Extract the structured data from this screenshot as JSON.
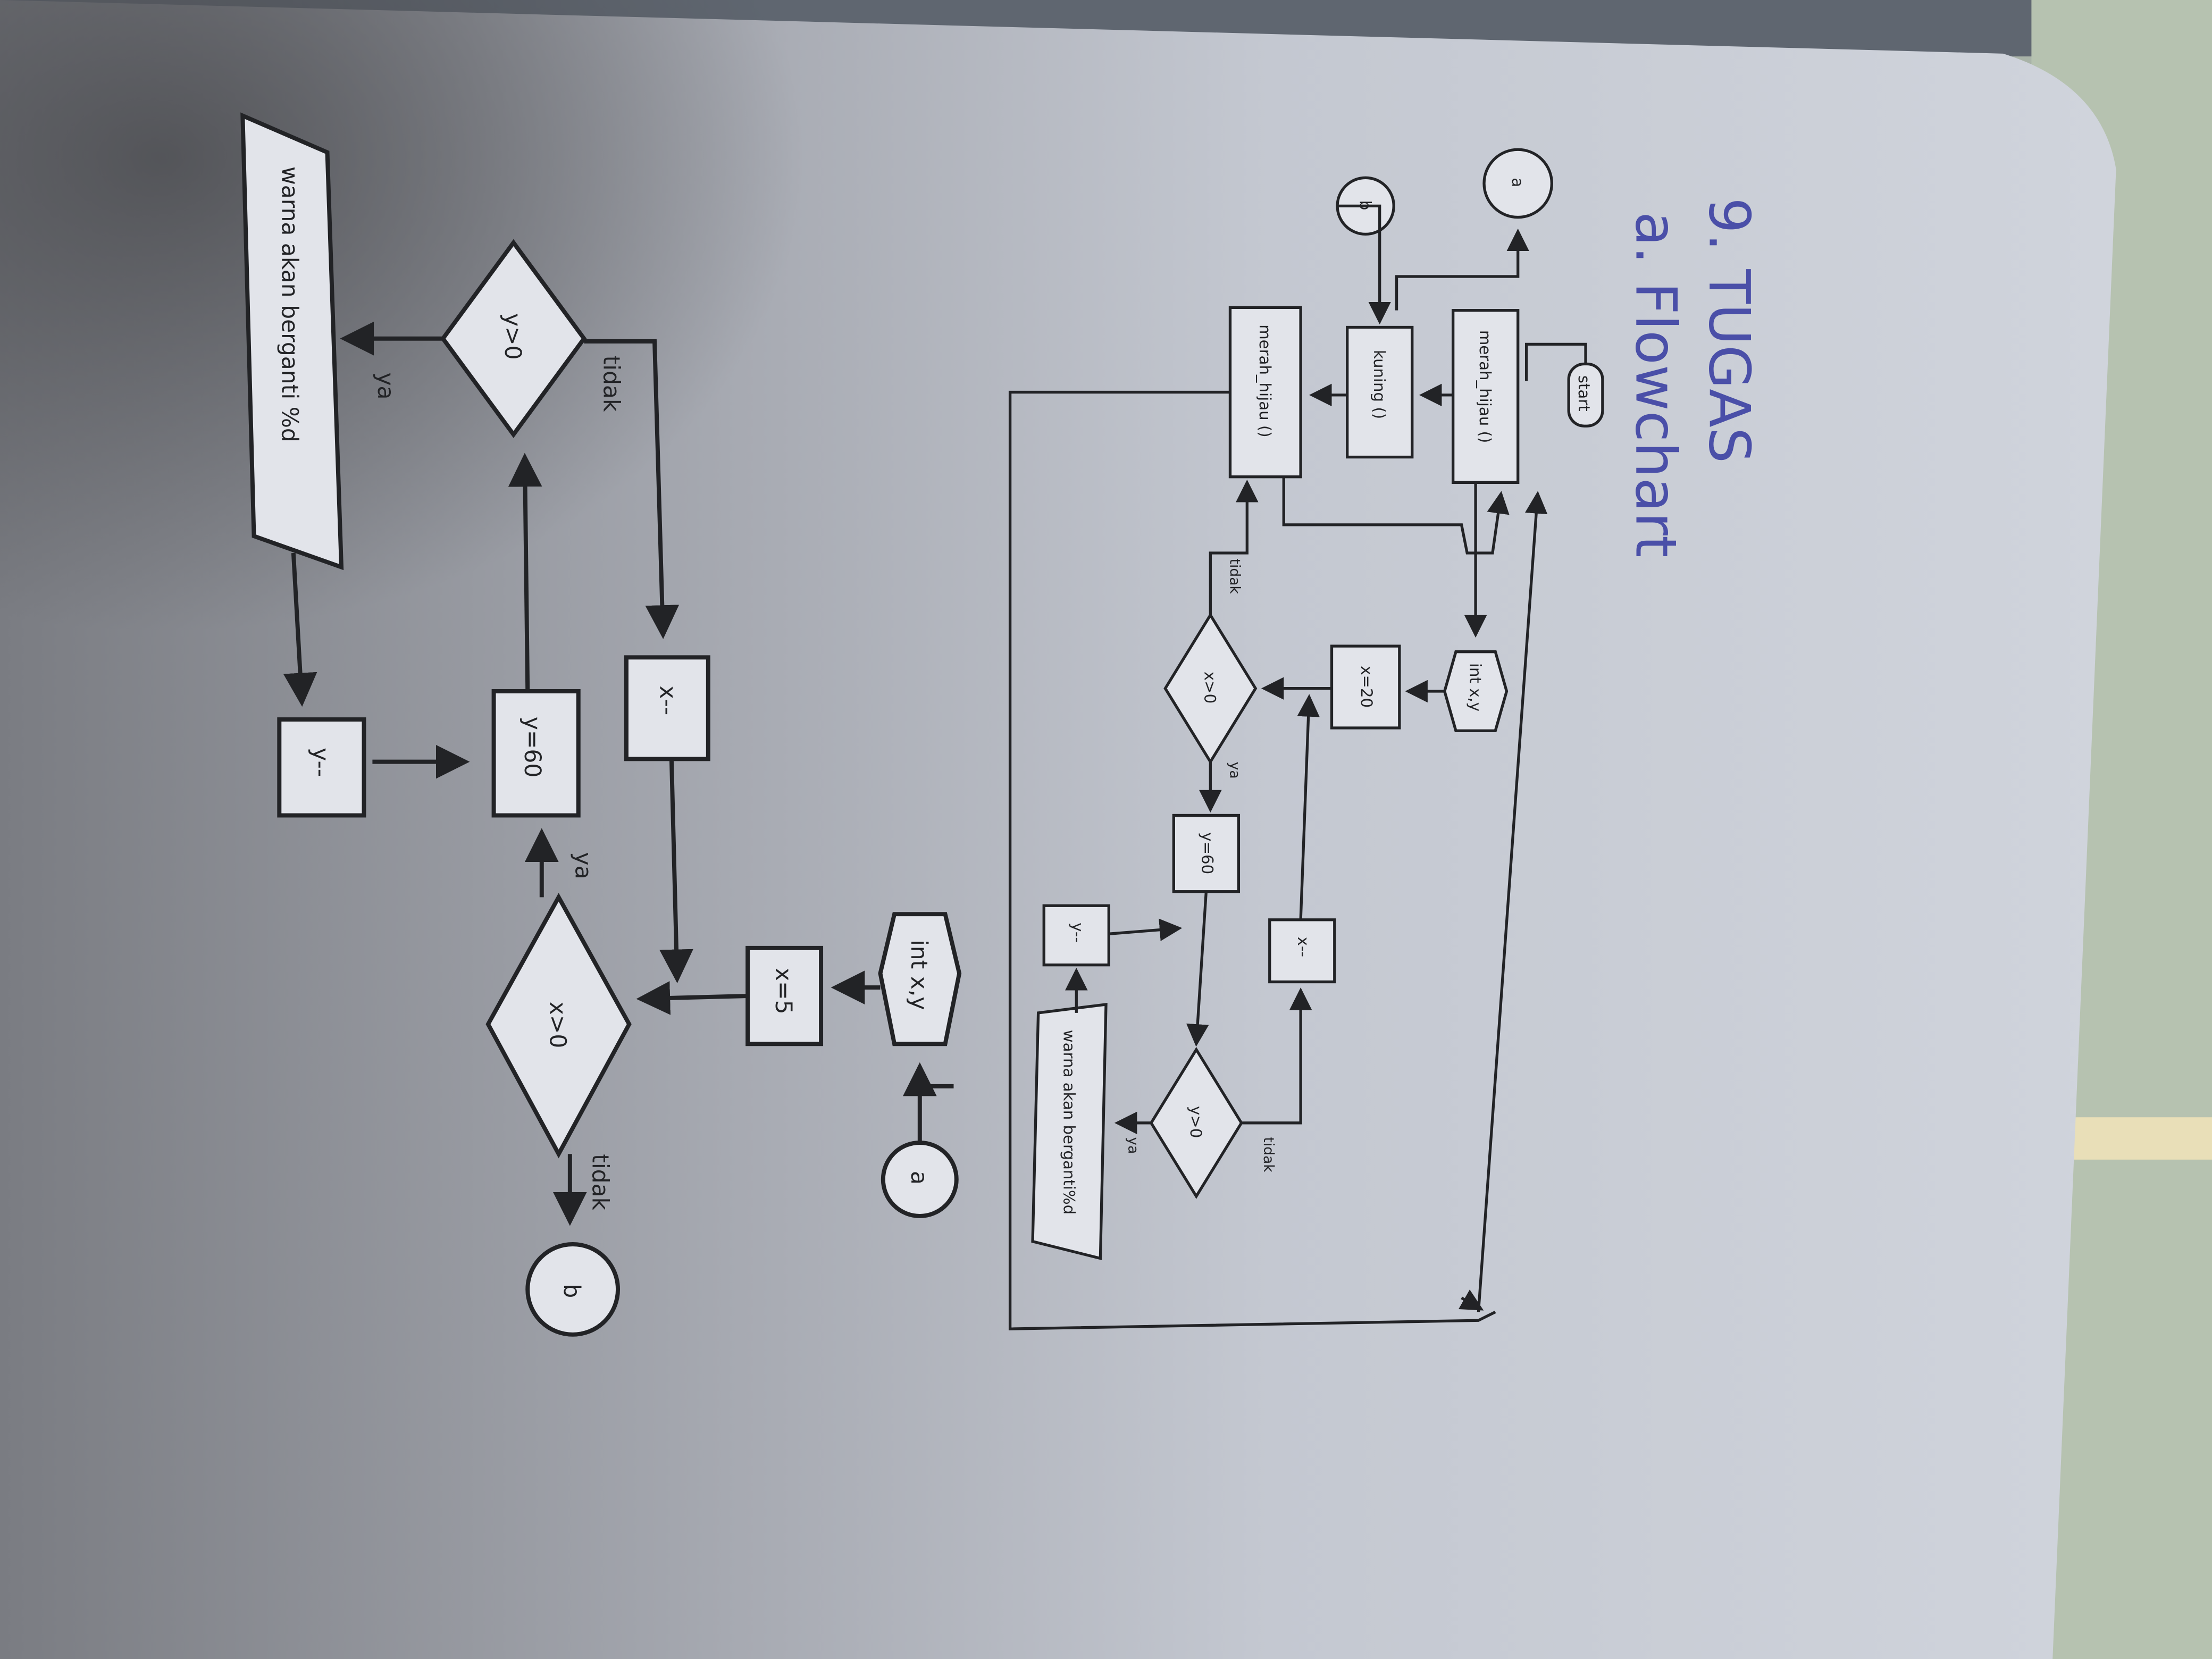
{
  "handwriting": {
    "number": "9. TUGAS",
    "subheading": "a. Flowchart"
  },
  "small_flowchart": {
    "start": "start",
    "merah_hijau_top": "merah_hijau ()",
    "merah_hijau_mid": "merah_hijau ()",
    "kuning": "kuning ()",
    "connector_a": "a",
    "connector_b": "b",
    "int_xy": "int x,y",
    "x_assign": "x=20",
    "cond_x": "x>0",
    "y_assign": "y=60",
    "x_dec": "x--",
    "cond_y": "y>0",
    "y_dec": "y--",
    "output": "warna akan berganti%d",
    "ya_1": "ya",
    "tidak_1": "tidak",
    "ya_2": "ya",
    "tidak_2": "tidak"
  },
  "large_flowchart": {
    "connector_a": "a",
    "int_xy": "int x,y",
    "x_assign": "x=5",
    "cond_x": "x>0",
    "tidak_x": "tidak",
    "connector_b": "b",
    "ya_x": "ya",
    "y_assign": "y=60",
    "cond_y": "y>0",
    "ya_y": "ya",
    "tidak_y": "tidak",
    "x_dec": "x--",
    "output": "warna akan berganti %d",
    "y_dec": "y--"
  },
  "colors": {
    "page": "#c9cdd6",
    "shadow": "#6c6e74",
    "background": "#a9b3a8",
    "ink": "#222326",
    "handwriting": "#4a4fa8"
  }
}
